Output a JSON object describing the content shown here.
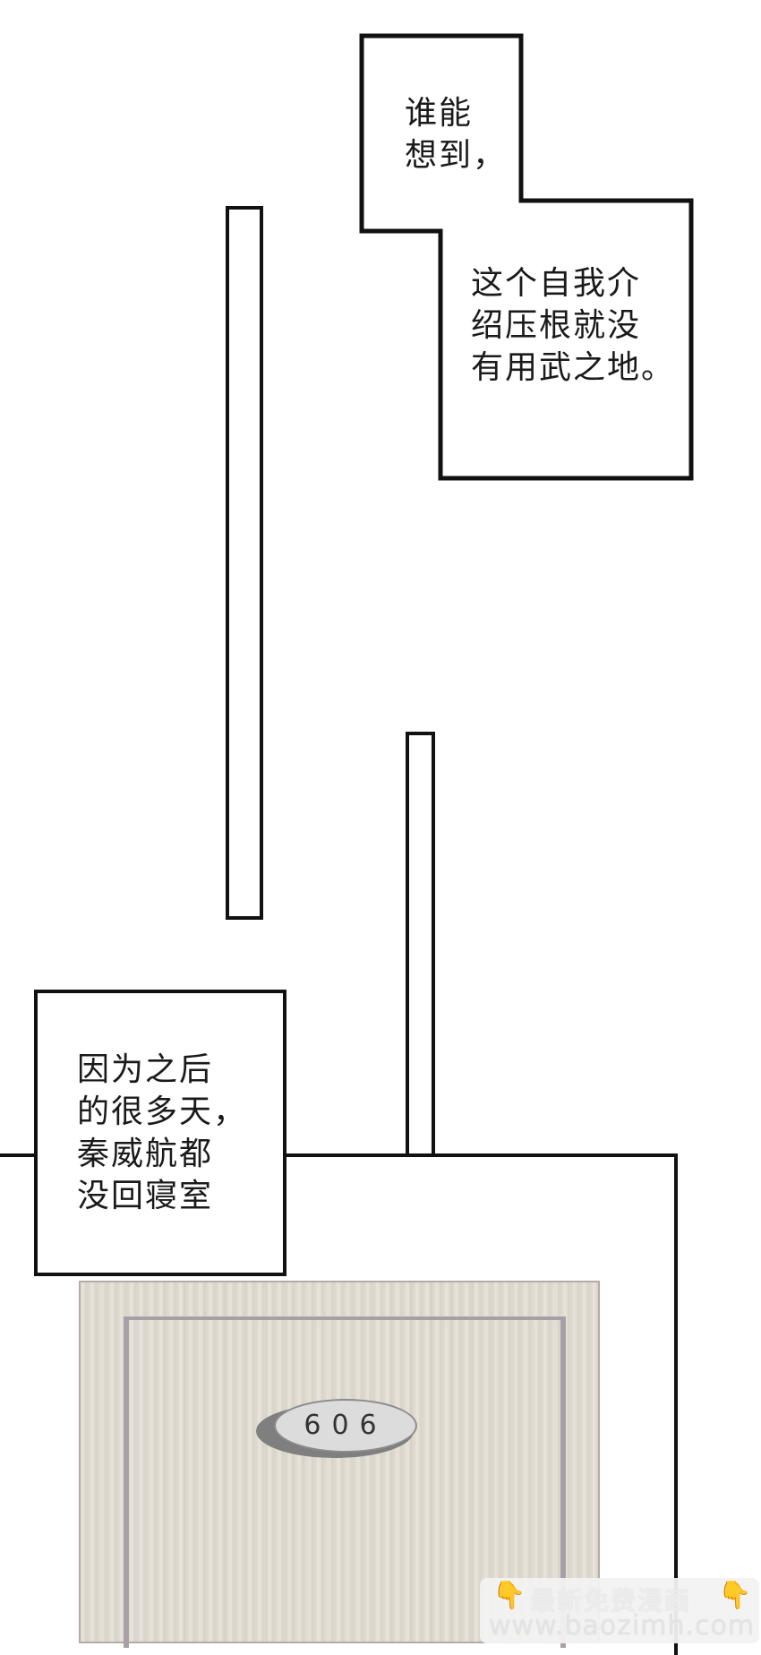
{
  "panel_top": {
    "caption_1": "谁能\n想到，",
    "caption_2": "这个自我介\n绍压根就没\n有用武之地。"
  },
  "panel_bottom": {
    "caption_3": "因为之后\n的很多天，\n秦威航都\n没回寝室",
    "door_number": "606"
  },
  "watermark": {
    "title": "最新免费漫画",
    "url": "www.baozimh.com",
    "icon": "pointing-hand-icon"
  }
}
